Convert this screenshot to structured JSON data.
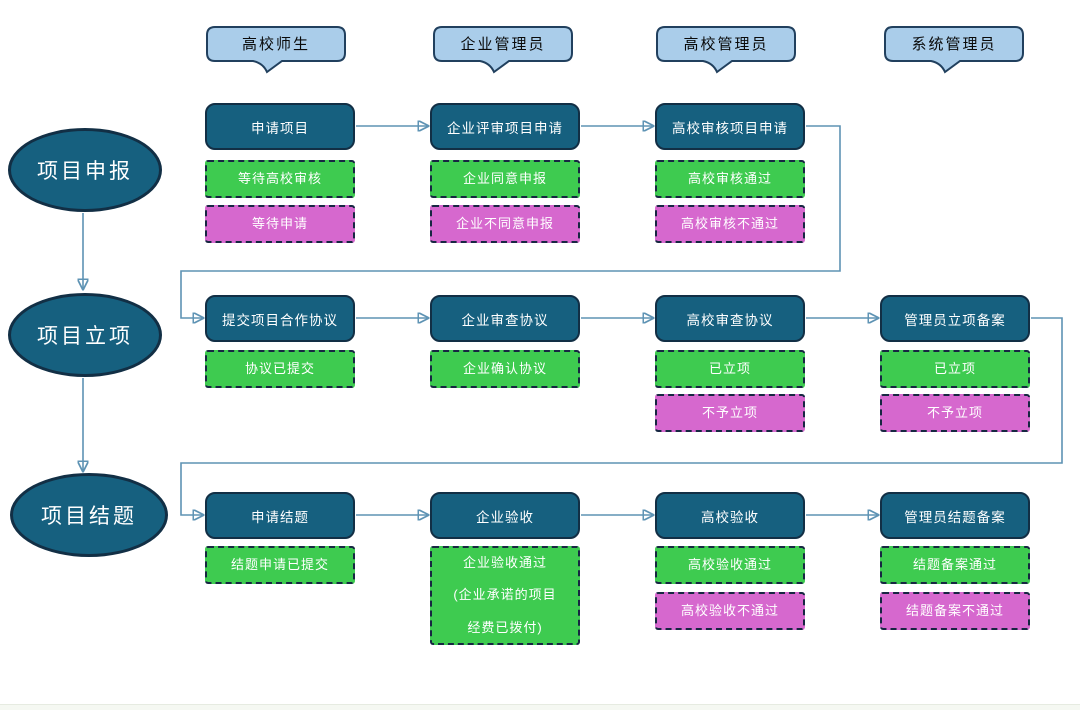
{
  "palette": {
    "header_fill": "#aacdea",
    "header_border": "#21405e",
    "node_fill": "#16607f",
    "node_border": "#122f45",
    "node_text": "#ffffff",
    "green_fill": "#3ecb50",
    "magenta_fill": "#d668ce",
    "dashed_border": "#172742",
    "connector": "#5e93b4",
    "arrow": "#1c6286"
  },
  "roles": [
    {
      "label": "高校师生"
    },
    {
      "label": "企业管理员"
    },
    {
      "label": "高校管理员"
    },
    {
      "label": "系统管理员"
    }
  ],
  "stages": [
    {
      "label": "项目申报"
    },
    {
      "label": "项目立项"
    },
    {
      "label": "项目结题"
    }
  ],
  "grid": {
    "rows": [
      {
        "stage": "项目申报",
        "cells": [
          {
            "role": "高校师生",
            "node": "申请项目",
            "statuses": [
              {
                "type": "positive",
                "label": "等待高校审核"
              },
              {
                "type": "negative",
                "label": "等待申请"
              }
            ]
          },
          {
            "role": "企业管理员",
            "node": "企业评审项目申请",
            "statuses": [
              {
                "type": "positive",
                "label": "企业同意申报"
              },
              {
                "type": "negative",
                "label": "企业不同意申报"
              }
            ]
          },
          {
            "role": "高校管理员",
            "node": "高校审核项目申请",
            "statuses": [
              {
                "type": "positive",
                "label": "高校审核通过"
              },
              {
                "type": "negative",
                "label": "高校审核不通过"
              }
            ]
          }
        ]
      },
      {
        "stage": "项目立项",
        "cells": [
          {
            "role": "高校师生",
            "node": "提交项目合作协议",
            "statuses": [
              {
                "type": "positive",
                "label": "协议已提交"
              }
            ]
          },
          {
            "role": "企业管理员",
            "node": "企业审查协议",
            "statuses": [
              {
                "type": "positive",
                "label": "企业确认协议"
              }
            ]
          },
          {
            "role": "高校管理员",
            "node": "高校审查协议",
            "statuses": [
              {
                "type": "positive",
                "label": "已立项"
              },
              {
                "type": "negative",
                "label": "不予立项"
              }
            ]
          },
          {
            "role": "系统管理员",
            "node": "管理员立项备案",
            "statuses": [
              {
                "type": "positive",
                "label": "已立项"
              },
              {
                "type": "negative",
                "label": "不予立项"
              }
            ]
          }
        ]
      },
      {
        "stage": "项目结题",
        "cells": [
          {
            "role": "高校师生",
            "node": "申请结题",
            "statuses": [
              {
                "type": "positive",
                "label": "结题申请已提交"
              }
            ]
          },
          {
            "role": "企业管理员",
            "node": "企业验收",
            "statuses": [
              {
                "type": "positive",
                "label": "企业验收通过\n(企业承诺的项目\n经费已拨付)"
              }
            ]
          },
          {
            "role": "高校管理员",
            "node": "高校验收",
            "statuses": [
              {
                "type": "positive",
                "label": "高校验收通过"
              },
              {
                "type": "negative",
                "label": "高校验收不通过"
              }
            ]
          },
          {
            "role": "系统管理员",
            "node": "管理员结题备案",
            "statuses": [
              {
                "type": "positive",
                "label": "结题备案通过"
              },
              {
                "type": "negative",
                "label": "结题备案不通过"
              }
            ]
          }
        ]
      }
    ]
  }
}
